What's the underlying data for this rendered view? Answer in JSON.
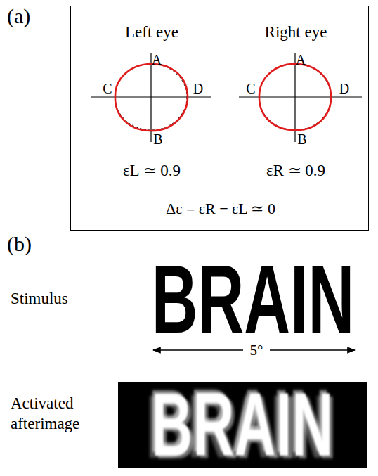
{
  "diagram": {
    "nodes": [
      {
        "text": [
          "Left eye",
          "Right eye",
          "A",
          "B",
          "C",
          "D",
          "A",
          "B",
          "C",
          "D",
          "εL ≃ 0.9",
          "εR ≃ 0.9",
          "Δε = εR − εL ≃ 0"
        ]
      },
      {
        "text": [
          "BRAIN"
        ]
      }
    ],
    "labels": [
      "(a)",
      "(b)",
      "Stimulus",
      "BRAIN",
      "5°",
      "Activated afterimage"
    ]
  }
}
